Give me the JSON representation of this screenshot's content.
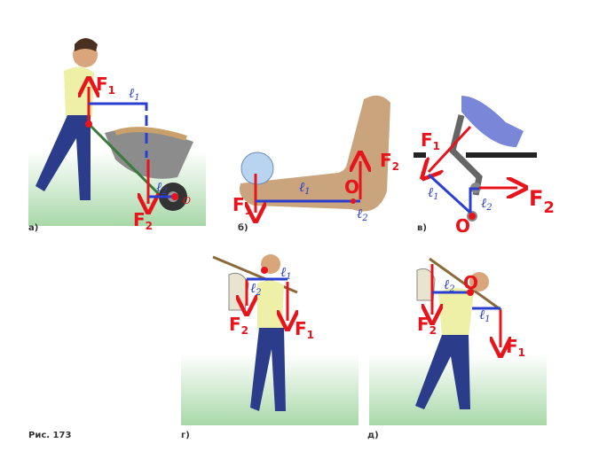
{
  "figure_caption": "Рис. 173",
  "panels": {
    "a": {
      "label": "а)",
      "F1": "F",
      "F1_sub": "1",
      "F2": "F",
      "F2_sub": "2",
      "l1": "ℓ",
      "l1_sub": "1",
      "l2": "ℓ",
      "l2_sub": "2",
      "O": "O"
    },
    "b": {
      "label": "б)",
      "F1": "F",
      "F1_sub": "1",
      "F2": "F",
      "F2_sub": "2",
      "l1": "ℓ",
      "l1_sub": "1",
      "l2": "ℓ",
      "l2_sub": "2",
      "O": "O"
    },
    "v": {
      "label": "в)",
      "F1": "F",
      "F1_sub": "1",
      "F2": "F",
      "F2_sub": "2",
      "l1": "ℓ",
      "l1_sub": "1",
      "l2": "ℓ",
      "l2_sub": "2",
      "O": "O"
    },
    "g": {
      "label": "г)",
      "F1": "F",
      "F1_sub": "1",
      "F2": "F",
      "F2_sub": "2",
      "l1": "ℓ",
      "l1_sub": "1",
      "l2": "ℓ",
      "l2_sub": "2"
    },
    "d": {
      "label": "д)",
      "F1": "F",
      "F1_sub": "1",
      "F2": "F",
      "F2_sub": "2",
      "l1": "ℓ",
      "l1_sub": "1",
      "l2": "ℓ",
      "l2_sub": "2",
      "O": "O"
    }
  },
  "colors": {
    "force": "#e8141c",
    "arm": "#2a3fd0"
  }
}
